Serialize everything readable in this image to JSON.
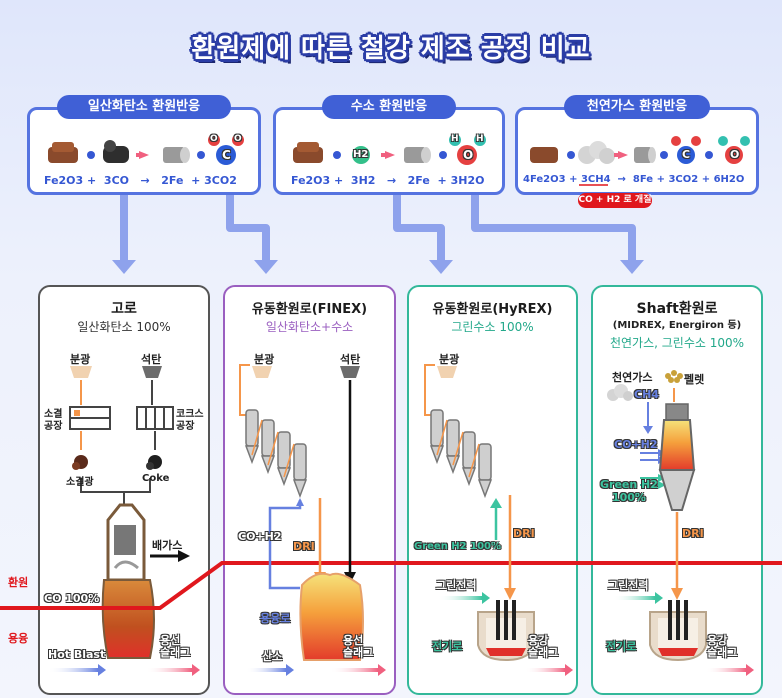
{
  "title": "환원제에 따른 철강 제조 공정 비교",
  "reactions": [
    {
      "header": "일산화탄소 환원반응",
      "equation": [
        "Fe2O3",
        "+",
        "3CO",
        "→",
        "2Fe",
        "+",
        "3CO2"
      ]
    },
    {
      "header": "수소 환원반응",
      "equation": [
        "Fe2O3",
        "+",
        "3H2",
        "→",
        "2Fe",
        "+",
        "3H2O"
      ]
    },
    {
      "header": "천연가스 환원반응",
      "equation": [
        "4Fe2O3",
        "+",
        "3CH4",
        "→",
        "8Fe",
        "+",
        "3CO2",
        "+",
        "6H2O"
      ],
      "note": "CO + H2 로 개질"
    }
  ],
  "molecule_letters": {
    "c": "C",
    "o": "O",
    "h": "H",
    "h2": "H2"
  },
  "side_labels": {
    "reduction": "환원",
    "melting": "용융"
  },
  "processes": [
    {
      "title": "고로",
      "subtitle": "일산화탄소 100%",
      "labels": {
        "ore": "분광",
        "coal": "석탄",
        "sinter_plant": "소결\n공장",
        "coke_plant": "코크스\n공장",
        "sinter": "소결광",
        "coke": "Coke",
        "exhaust": "배가스",
        "co": "CO 100%",
        "hot_blast": "Hot Blast",
        "output": "용선\n슬래그"
      }
    },
    {
      "title": "유동환원로(FINEX)",
      "subtitle": "일산화탄소+수소",
      "labels": {
        "ore": "분광",
        "coal": "석탄",
        "gas": "CO+H2",
        "dri": "DRI",
        "melter": "용융로",
        "oxygen": "산소",
        "output": "용선\n슬래그"
      }
    },
    {
      "title": "유동환원로(HyREX)",
      "subtitle": "그린수소 100%",
      "labels": {
        "ore": "분광",
        "green_h2": "Green H2 100%",
        "dri": "DRI",
        "green_power": "그린전력",
        "eaf": "전기로",
        "output": "용강\n슬래그"
      }
    },
    {
      "title": "Shaft환원로",
      "subtitle_small": "(MIDREX, Energiron 등)",
      "subtitle": "천연가스, 그린수소 100%",
      "labels": {
        "natural_gas": "천연가스",
        "ch4": "CH4",
        "pellet": "펠렛",
        "gas": "CO+H2",
        "green_h2": "Green H2\n100%",
        "dri": "DRI",
        "green_power": "그린전력",
        "eaf": "전기로",
        "output": "용강\n슬래그"
      }
    }
  ],
  "colors": {
    "accent": "#4060d6",
    "frame1": "#555555",
    "frame2": "#9a5fc0",
    "frame3": "#33b89a",
    "frame4": "#33b89a",
    "sub2": "#9a5fc0",
    "sub3": "#22a88a",
    "sub4": "#22a88a",
    "line": "#e0171d",
    "orange": "#f5964a",
    "blue": "#6680e0",
    "green": "#3cc4a0",
    "pink": "#f0607f"
  }
}
